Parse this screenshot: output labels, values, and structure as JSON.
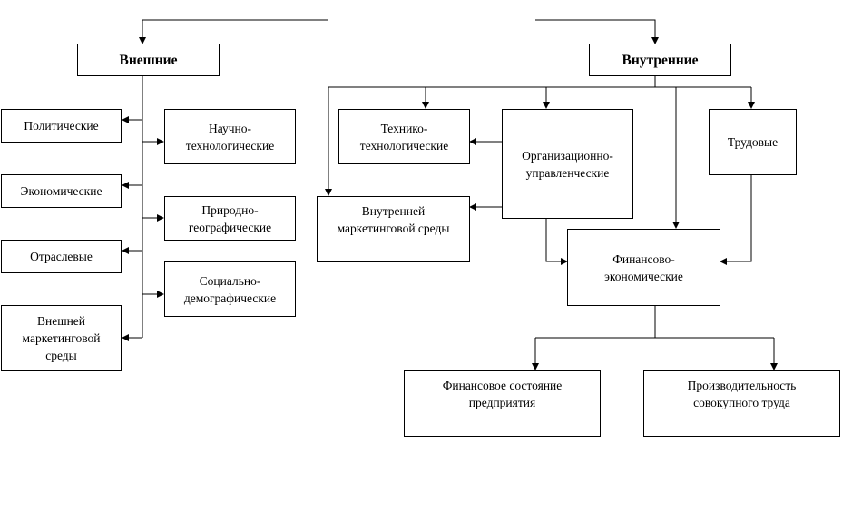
{
  "diagram": {
    "external": "Внешние",
    "internal": "Внутренние",
    "political": "Политические",
    "economic": "Экономические",
    "sectoral": "Отраслевые",
    "external_marketing": "Внешней\nмаркетинговой\nсреды",
    "sci_tech": "Научно-\nтехнологические",
    "natural_geo": "Природно-\nгеографические",
    "socio_demo": "Социально-\nдемографические",
    "tech_tech": "Технико-\nтехнологические",
    "org_mgmt": "Организационно-\nуправленческие",
    "labor": "Трудовые",
    "internal_marketing": "Внутренней\nмаркетинговой среды",
    "fin_econ": "Финансово-\nэкономические",
    "fin_state": "Финансовое состояние\nпредприятия",
    "productivity": "Производительность\nсовокупного труда"
  }
}
